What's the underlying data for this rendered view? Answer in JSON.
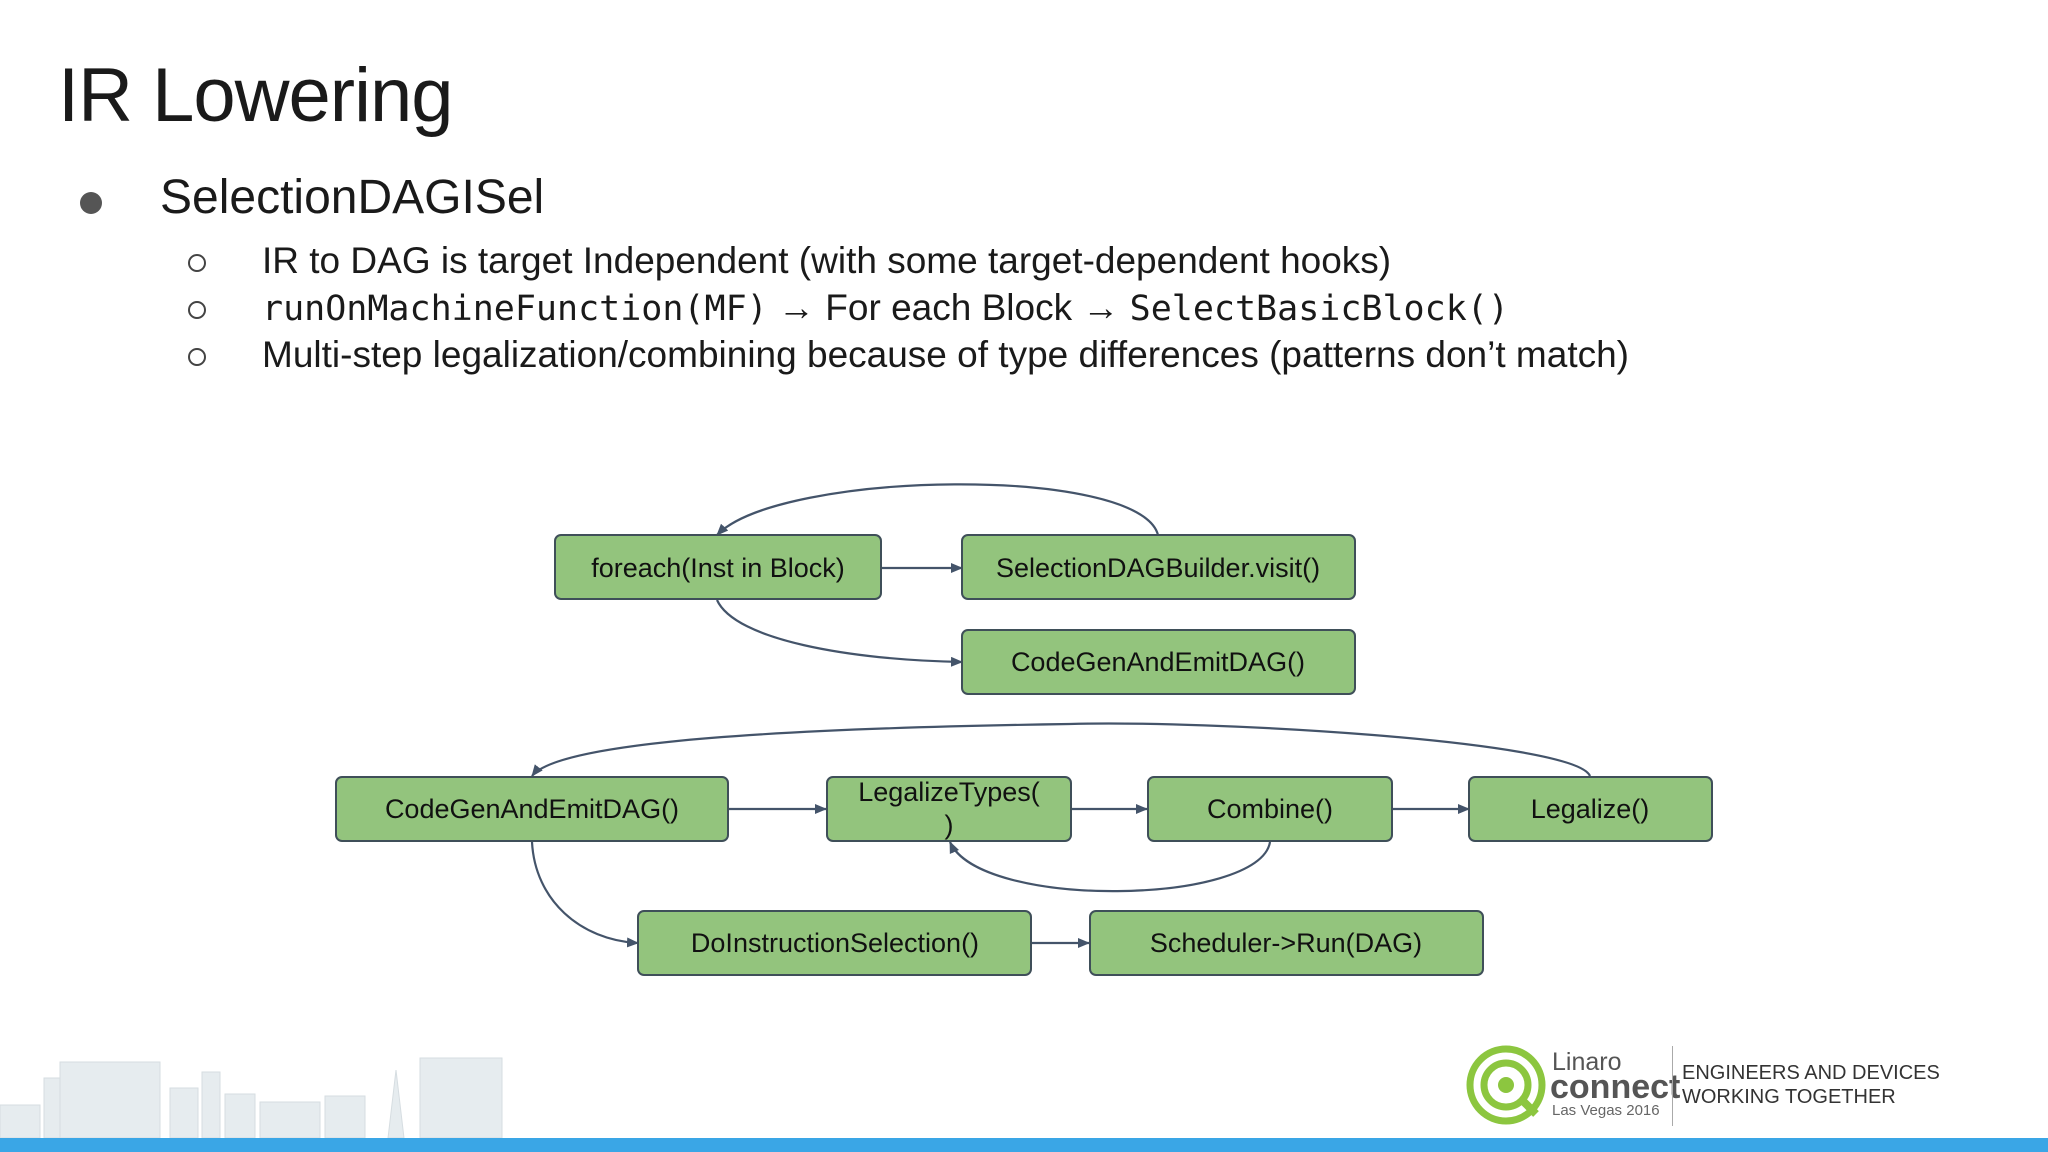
{
  "slide": {
    "title": "IR Lowering",
    "bullet": "SelectionDAGISel",
    "sub1": "IR to DAG is target Independent (with some target-dependent hooks)",
    "sub2_code1": "runOnMachineFunction(MF)",
    "sub2_text": " → For each Block → ",
    "sub2_code2": "SelectBasicBlock()",
    "sub3": "Multi-step legalization/combining because of type differences (patterns don’t match)"
  },
  "diagram": {
    "nodes": {
      "foreach": "foreach(Inst in Block)",
      "visit": "SelectionDAGBuilder.visit()",
      "codegen_top": "CodeGenAndEmitDAG()",
      "codegen_main": "CodeGenAndEmitDAG()",
      "legalize_types_1": "LegalizeTypes(",
      "legalize_types_2": ")",
      "combine": "Combine()",
      "legalize": "Legalize()",
      "isel": "DoInstructionSelection()",
      "scheduler": "Scheduler->Run(DAG)"
    },
    "colors": {
      "node_fill": "#93c47d",
      "node_stroke": "#3f4f59",
      "edge": "#44546a"
    }
  },
  "footer": {
    "brand_top": "Linaro",
    "brand_main": "connect",
    "brand_sub": "Las Vegas 2016",
    "tagline_1": "ENGINEERS AND DEVICES",
    "tagline_2": "WORKING TOGETHER",
    "bar_color": "#3aa6e6"
  }
}
